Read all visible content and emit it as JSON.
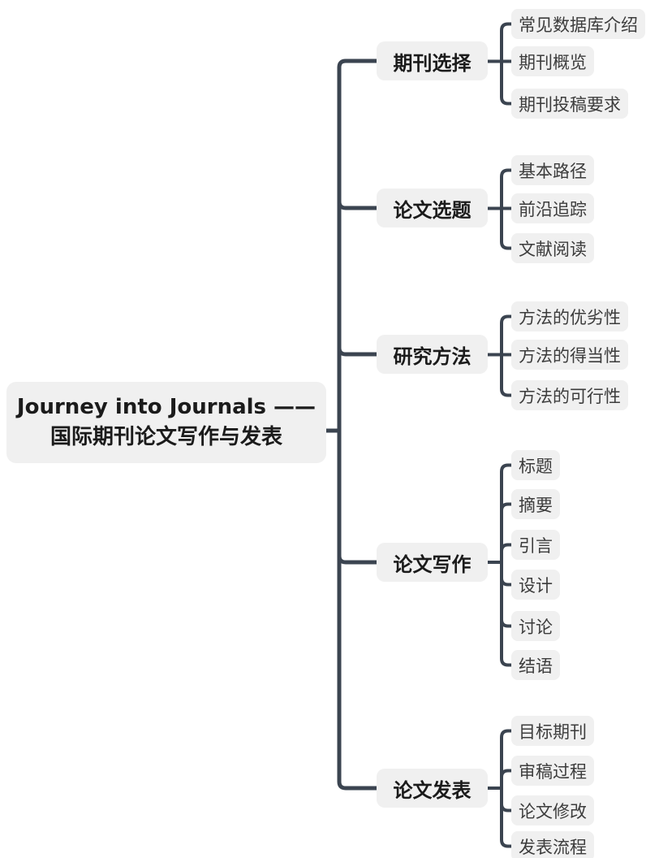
{
  "root": {
    "line1": "Journey into Journals ——",
    "line2": "国际期刊论文写作与发表"
  },
  "branches": [
    {
      "label": "期刊选择",
      "children": [
        "常见数据库介绍",
        "期刊概览",
        "期刊投稿要求"
      ]
    },
    {
      "label": "论文选题",
      "children": [
        "基本路径",
        "前沿追踪",
        "文献阅读"
      ]
    },
    {
      "label": "研究方法",
      "children": [
        "方法的优劣性",
        "方法的得当性",
        "方法的可行性"
      ]
    },
    {
      "label": "论文写作",
      "children": [
        "标题",
        "摘要",
        "引言",
        "设计",
        "讨论",
        "结语"
      ]
    },
    {
      "label": "论文发表",
      "children": [
        "目标期刊",
        "审稿过程",
        "论文修改",
        "发表流程"
      ]
    }
  ],
  "colors": {
    "line": "#3b4450",
    "node_bg": "#f0f0f0",
    "branch_text": "#1b1b1b",
    "child_text": "#3c3c3c",
    "background": "#ffffff"
  }
}
